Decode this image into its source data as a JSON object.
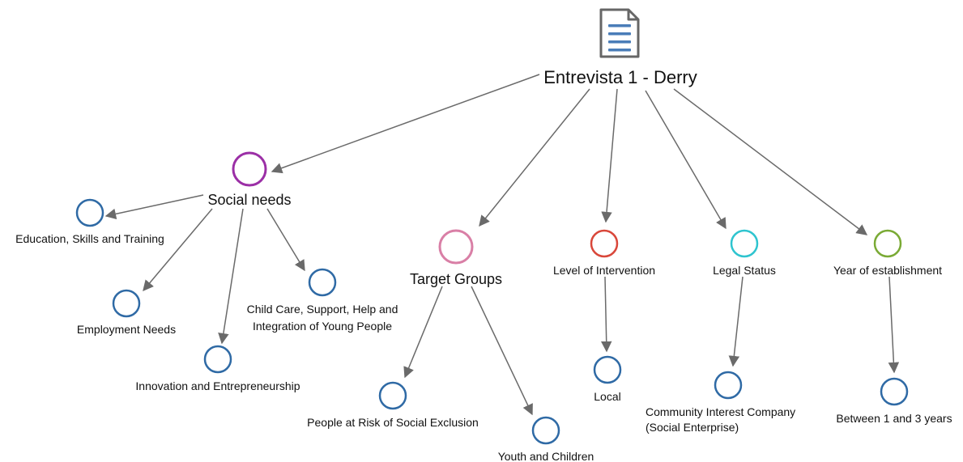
{
  "root": {
    "label": "Entrevista 1 - Derry",
    "icon": "document-icon"
  },
  "categories": {
    "social_needs": {
      "label": "Social needs",
      "color": "#9b2fa6"
    },
    "target_groups": {
      "label": "Target Groups",
      "color": "#d97fa6"
    },
    "level_of_intervention": {
      "label": "Level of Intervention",
      "color": "#d9473a"
    },
    "legal_status": {
      "label": "Legal Status",
      "color": "#2ec4cf"
    },
    "year_of_establishment": {
      "label": "Year of establishment",
      "color": "#7aaa35"
    }
  },
  "codes": {
    "education": {
      "label": "Education, Skills and Training"
    },
    "employment": {
      "label": "Employment Needs"
    },
    "innovation": {
      "label": "Innovation and Entrepreneurship"
    },
    "child_care": {
      "label_lines": [
        "Child Care, Support, Help and",
        "Integration of Young People"
      ]
    },
    "risk_exclusion": {
      "label": "People at Risk of Social Exclusion"
    },
    "youth": {
      "label": "Youth and Children"
    },
    "local": {
      "label": "Local"
    },
    "cic": {
      "label_lines": [
        "Community Interest Company",
        "(Social Enterprise)"
      ]
    },
    "years": {
      "label": "Between 1 and 3 years"
    }
  },
  "colors": {
    "code_node": "#2f6aa5",
    "edge": "#6a6a6a",
    "document_icon": "#666666",
    "document_lines": "#4a7db8"
  }
}
